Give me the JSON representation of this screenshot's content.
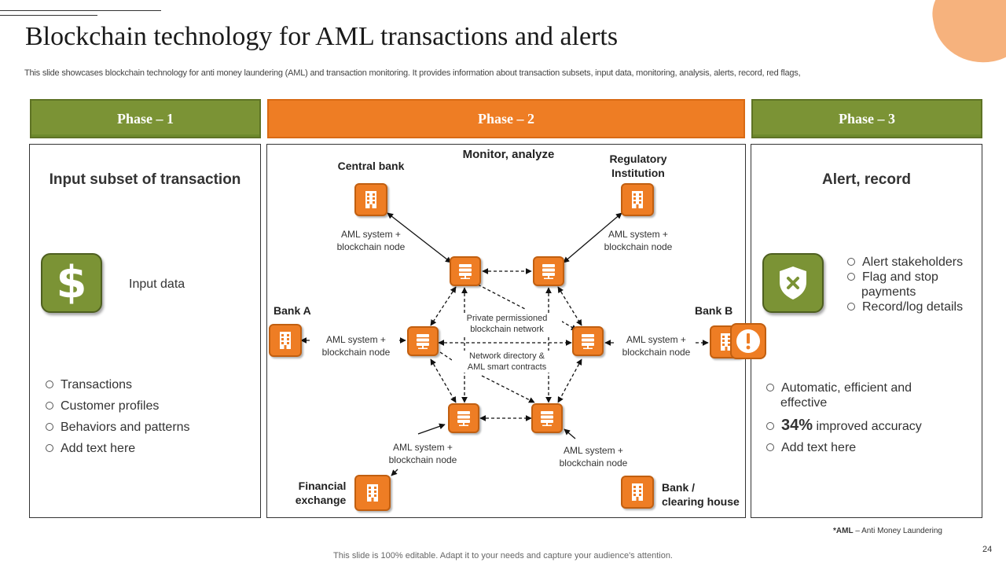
{
  "title": "Blockchain technology for AML transactions and alerts",
  "subtitle": "This slide showcases blockchain technology for anti money laundering (AML) and transaction monitoring. It provides information about transaction subsets, input data, monitoring, analysis, alerts, record, red flags,",
  "phases": {
    "p1": "Phase – 1",
    "p2": "Phase – 2",
    "p3": "Phase – 3"
  },
  "phase1": {
    "heading": "Input subset of transaction",
    "icon": "dollar-icon",
    "input_label": "Input  data",
    "items": [
      "Transactions",
      "Customer profiles",
      "Behaviors and patterns",
      "Add text here"
    ]
  },
  "phase2": {
    "heading": "Monitor, analyze",
    "central_bank": "Central bank",
    "regulatory_1": "Regulatory",
    "regulatory_2": "Institution",
    "bank_a": "Bank A",
    "bank_b": "Bank B",
    "financial_1": "Financial",
    "financial_2": "exchange",
    "clearing_1": "Bank /",
    "clearing_2": "clearing house",
    "node_1": "AML system +",
    "node_2": "blockchain node",
    "center_1": "Private permissioned",
    "center_2": "blockchain network",
    "center_3": "Network directory &",
    "center_4": "AML smart contracts"
  },
  "phase3": {
    "heading": "Alert, record",
    "icon": "shield-x-icon",
    "alerts": [
      "Alert stakeholders",
      "Flag and stop",
      "payments",
      "Record/log details"
    ],
    "results_1a": "Automatic, efficient and",
    "results_1b": "effective",
    "accuracy_value": "34%",
    "accuracy_text": "improved accuracy",
    "results_3": "Add text here"
  },
  "footnote_bold": "*AML",
  "footnote_rest": " – Anti Money Laundering",
  "footer": "This slide is 100% editable. Adapt it to your needs and capture your audience's attention.",
  "page_number": "24",
  "colors": {
    "green": "#7b9335",
    "orange": "#ee7d24",
    "accent_blob": "#f6b27d"
  }
}
